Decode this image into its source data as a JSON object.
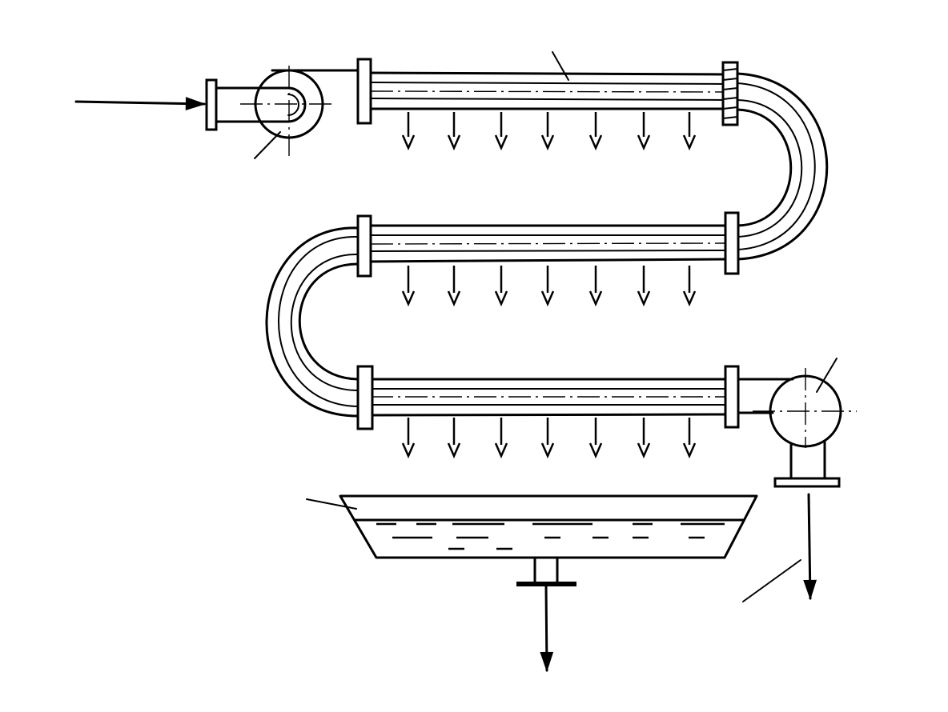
{
  "diagram": {
    "description_labels": [],
    "drop_rows": 3,
    "drops_per_row": 7,
    "leader_lines": 5
  }
}
